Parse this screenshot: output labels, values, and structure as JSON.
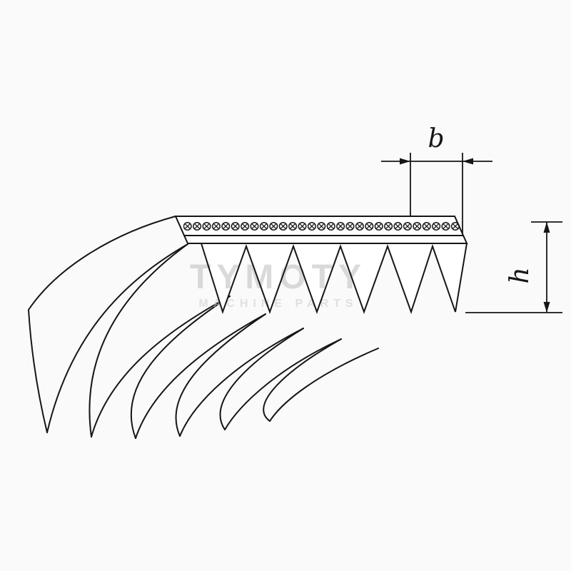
{
  "diagram": {
    "kind": "technical-drawing",
    "subject": "poly-v-ribbed-belt-profile",
    "labels": {
      "b": "b",
      "h": "h"
    },
    "watermark": {
      "line1": "TYMOTY",
      "line2": "MACHINE PARTS"
    },
    "colors": {
      "background": "#fafafa",
      "line": "#161616",
      "watermark_primary": "#c3c3c3",
      "watermark_secondary": "#cfcfcf"
    },
    "ribs": {
      "straight_section_tooth_count": 6,
      "curved_section_tip_count": 6,
      "cord_symbol": "circle-with-x"
    }
  }
}
